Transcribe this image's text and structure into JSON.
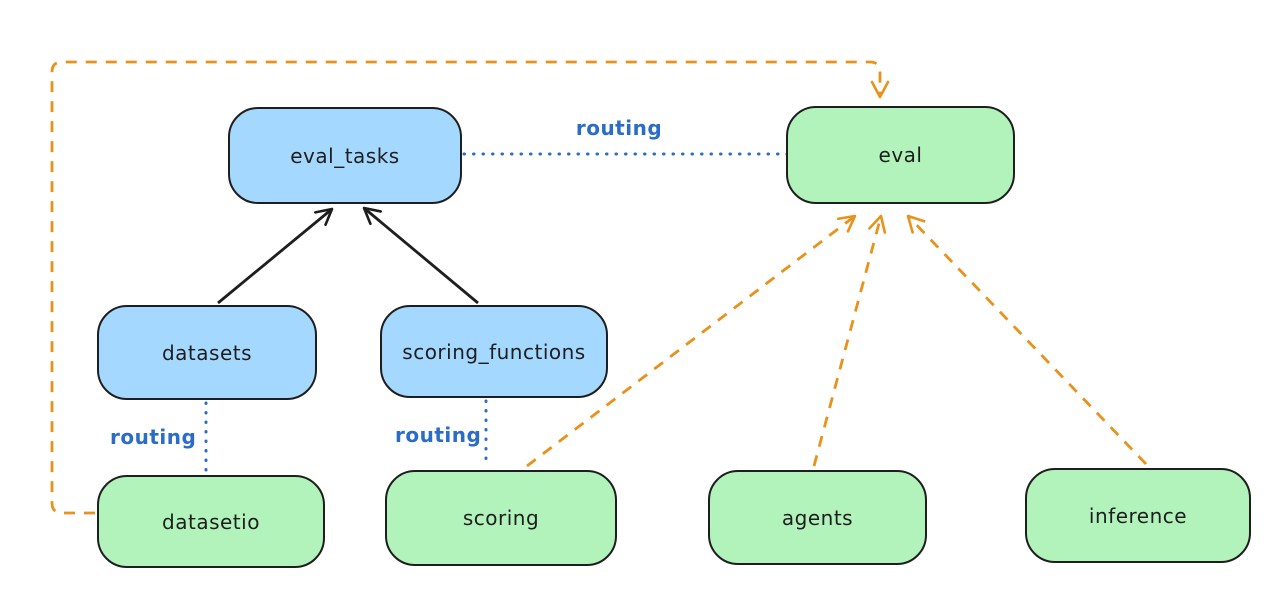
{
  "diagram": {
    "nodes": {
      "eval_tasks": {
        "label": "eval_tasks",
        "kind": "api"
      },
      "eval": {
        "label": "eval",
        "kind": "provider"
      },
      "datasets": {
        "label": "datasets",
        "kind": "api"
      },
      "scoring_functions": {
        "label": "scoring_functions",
        "kind": "api"
      },
      "datasetio": {
        "label": "datasetio",
        "kind": "provider"
      },
      "scoring": {
        "label": "scoring",
        "kind": "provider"
      },
      "agents": {
        "label": "agents",
        "kind": "provider"
      },
      "inference": {
        "label": "inference",
        "kind": "provider"
      }
    },
    "edge_labels": {
      "routing_top": "routing",
      "routing_datasets": "routing",
      "routing_scoring": "routing"
    },
    "colors": {
      "api_fill": "#a5d8ff",
      "provider_fill": "#b2f2bb",
      "outline": "#1e1e1e",
      "routing_blue": "#2a6cc8",
      "dependency_orange": "#e8921c",
      "background": "#ffffff"
    }
  }
}
